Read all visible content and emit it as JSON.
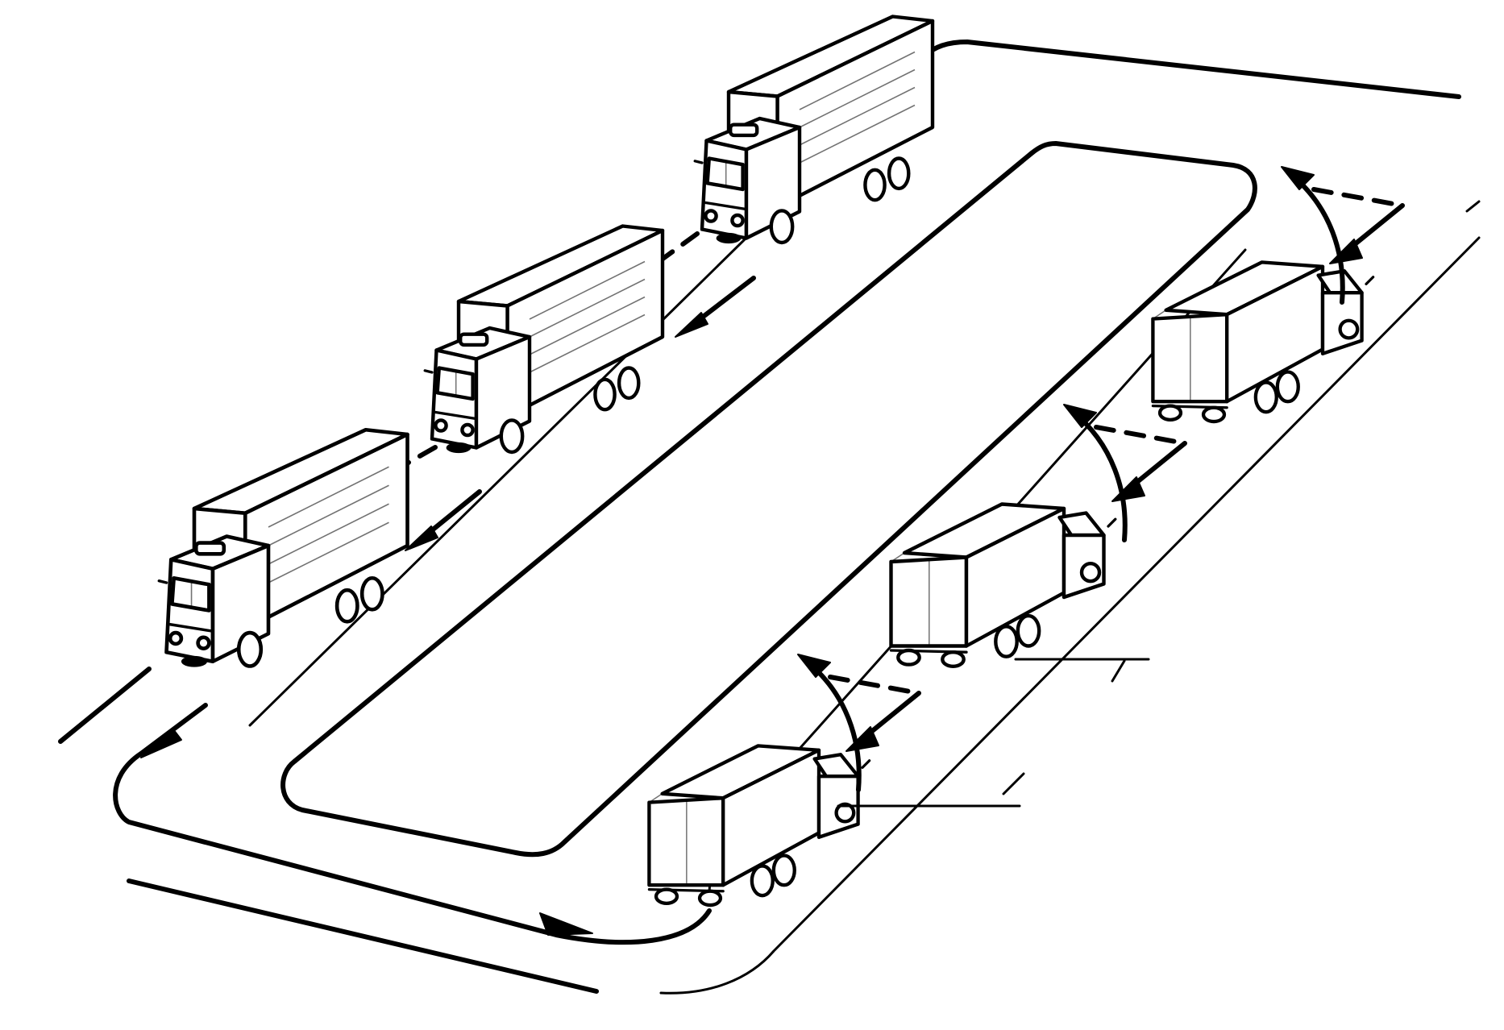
{
  "diagram": {
    "convoy_forward": {
      "truck_count": 3,
      "facing": "front"
    },
    "convoy_return": {
      "truck_count": 3,
      "facing": "rear"
    },
    "turn_arrow_sets": 3,
    "colors": {
      "ink": "#000000",
      "paper": "#ffffff"
    }
  }
}
